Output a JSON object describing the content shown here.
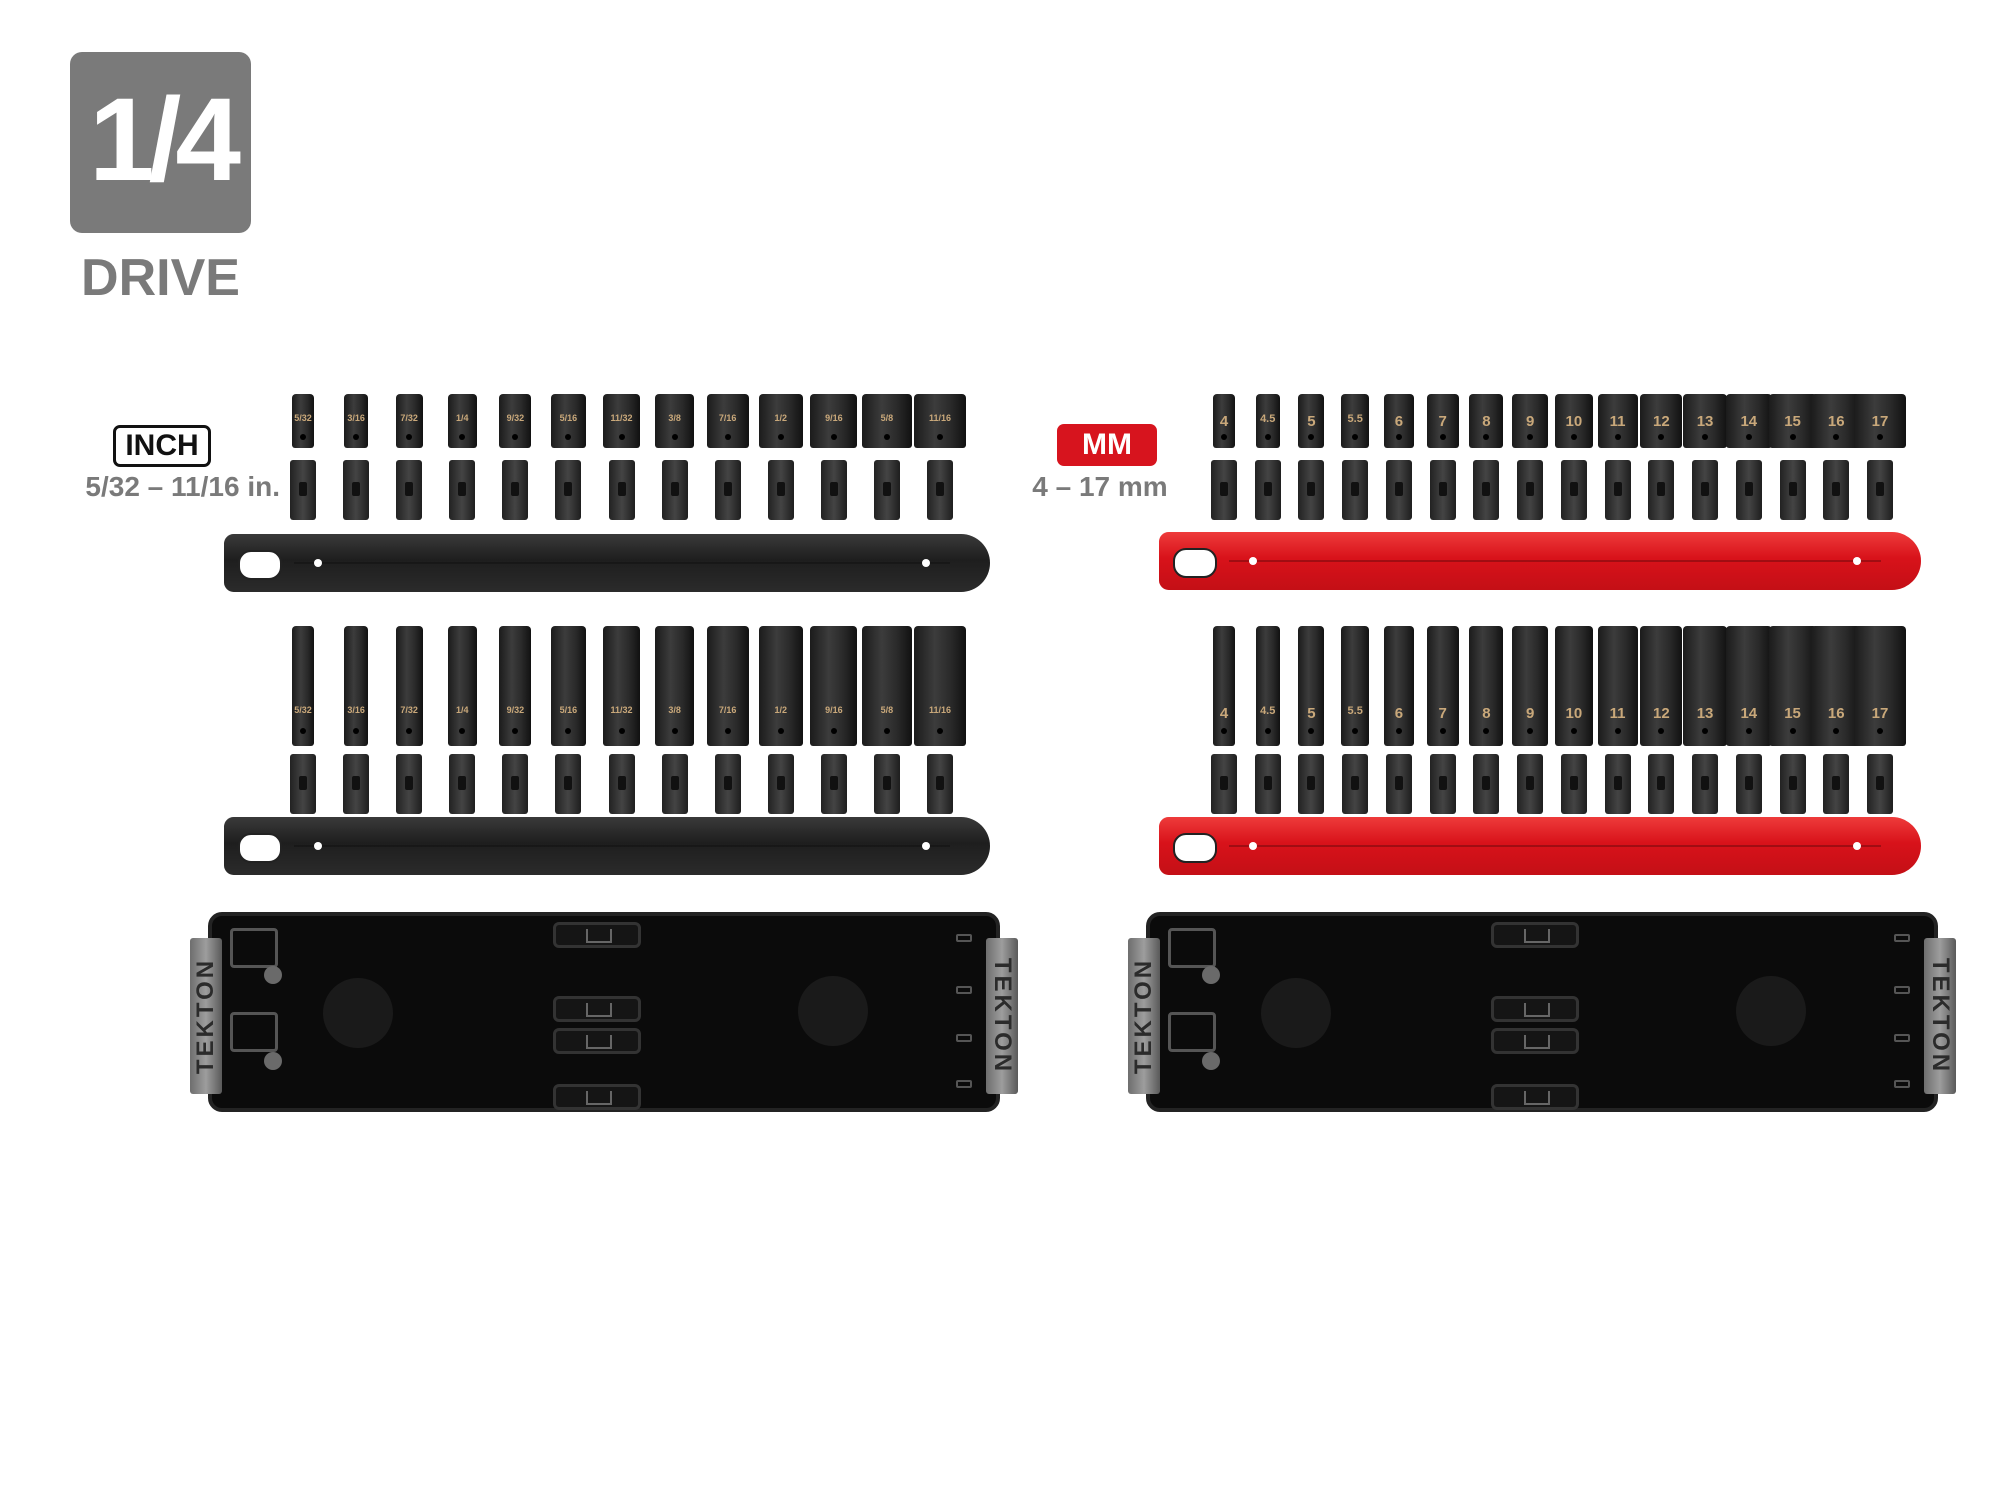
{
  "drive": {
    "fraction": "1/4",
    "label": "DRIVE"
  },
  "inch_set": {
    "tag": "INCH",
    "range": "5/32 – 11/16 in.",
    "sizes": [
      "5/32",
      "3/16",
      "7/32",
      "1/4",
      "9/32",
      "5/16",
      "11/32",
      "3/8",
      "7/16",
      "1/2",
      "9/16",
      "5/8",
      "11/16"
    ],
    "rail_color": "#1e1e1e"
  },
  "mm_set": {
    "tag": "MM",
    "range": "4 – 17 mm",
    "sizes": [
      "4",
      "4.5",
      "5",
      "5.5",
      "6",
      "7",
      "8",
      "9",
      "10",
      "11",
      "12",
      "13",
      "14",
      "15",
      "16",
      "17"
    ],
    "rail_color": "#d8121a"
  },
  "tray": {
    "brand": "TEKTON"
  },
  "colors": {
    "accent_red": "#d7141e",
    "label_gray": "#7a7a7a",
    "socket_marking": "#c9a87a"
  }
}
